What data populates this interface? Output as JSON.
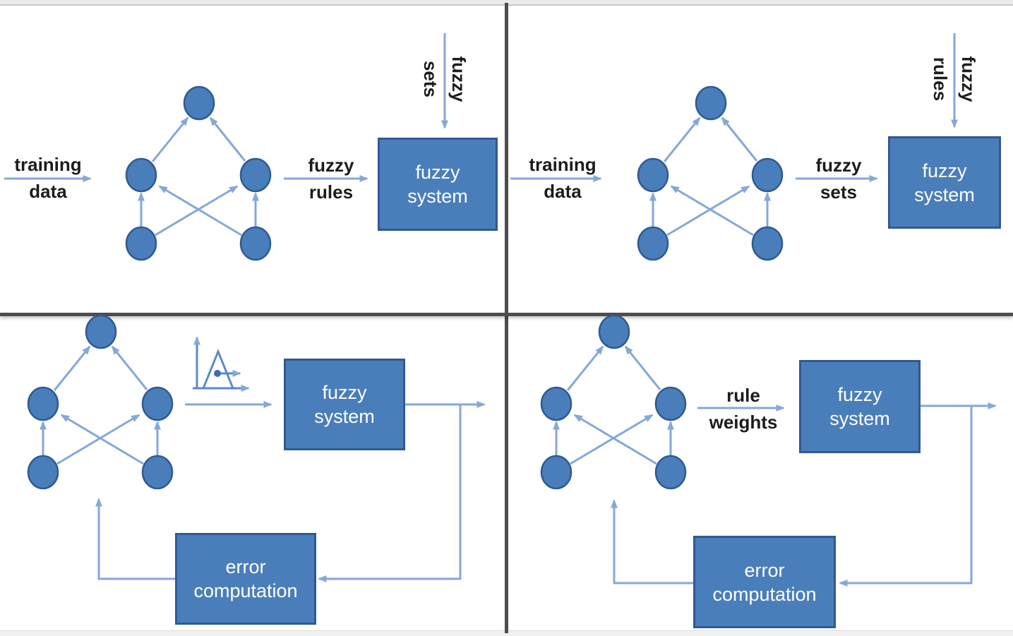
{
  "diagram": {
    "title": "",
    "colors": {
      "node_fill": "#4a7ebb",
      "node_border": "#2e5b94",
      "box_fill": "#4a7ebb",
      "box_border": "#2f5a93",
      "connector_blue": "#84a8d8",
      "label_text": "#1c1c1c",
      "divider_gray": "#4d4d4d",
      "box_text": "#ffffff"
    },
    "icons": {
      "membership_function": "membership-function-icon",
      "neural_network": "neural-network-graphic",
      "arrow": "arrow-connector"
    },
    "top_left": {
      "input": {
        "line1": "training",
        "line2": "data"
      },
      "flow": {
        "line1": "fuzzy",
        "line2": "rules"
      },
      "top_input": {
        "line1": "fuzzy",
        "line2": "sets"
      },
      "box": {
        "line1": "fuzzy",
        "line2": "system"
      }
    },
    "top_right": {
      "input": {
        "line1": "training",
        "line2": "data"
      },
      "flow": {
        "line1": "fuzzy",
        "line2": "sets"
      },
      "top_input": {
        "line1": "fuzzy",
        "line2": "rules"
      },
      "box": {
        "line1": "fuzzy",
        "line2": "system"
      }
    },
    "bottom_left": {
      "box": {
        "line1": "fuzzy",
        "line2": "system"
      },
      "error_box": {
        "line1": "error",
        "line2": "computation"
      }
    },
    "bottom_right": {
      "flow": {
        "line1": "rule",
        "line2": "weights"
      },
      "box": {
        "line1": "fuzzy",
        "line2": "system"
      },
      "error_box": {
        "line1": "error",
        "line2": "computation"
      }
    }
  }
}
